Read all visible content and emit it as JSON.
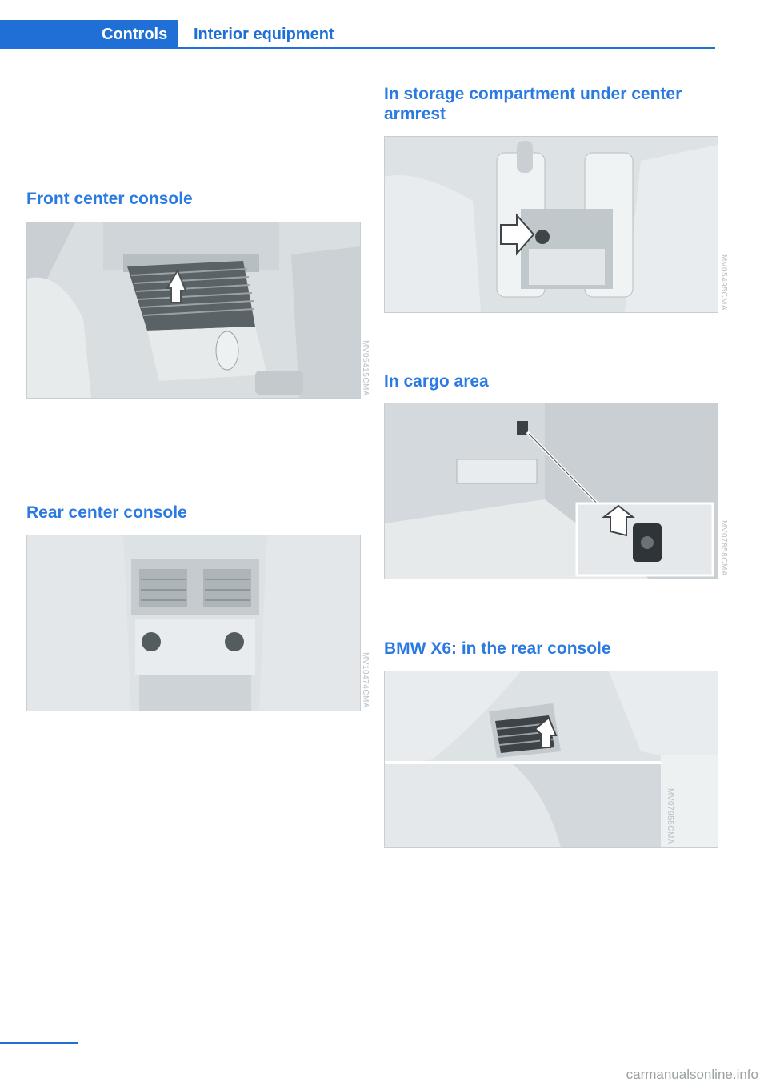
{
  "header": {
    "section": "Controls",
    "title": "Interior equipment"
  },
  "sections": {
    "front": {
      "heading": "Front center console",
      "figure_code": "MV05415CMA"
    },
    "rear": {
      "heading": "Rear center console",
      "figure_code": "MV10474CMA"
    },
    "armrest": {
      "heading": "In storage compartment under center armrest",
      "figure_code": "MV05495CMA"
    },
    "cargo": {
      "heading": "In cargo area",
      "figure_code": "MV07858CMA"
    },
    "x6": {
      "heading": "BMW X6: in the rear console",
      "figure_code": "MV07955CMA"
    }
  },
  "footer": {
    "watermark": "carmanualsonline.info"
  },
  "colors": {
    "accent": "#1f6fd6",
    "heading": "#2a7ae2"
  }
}
